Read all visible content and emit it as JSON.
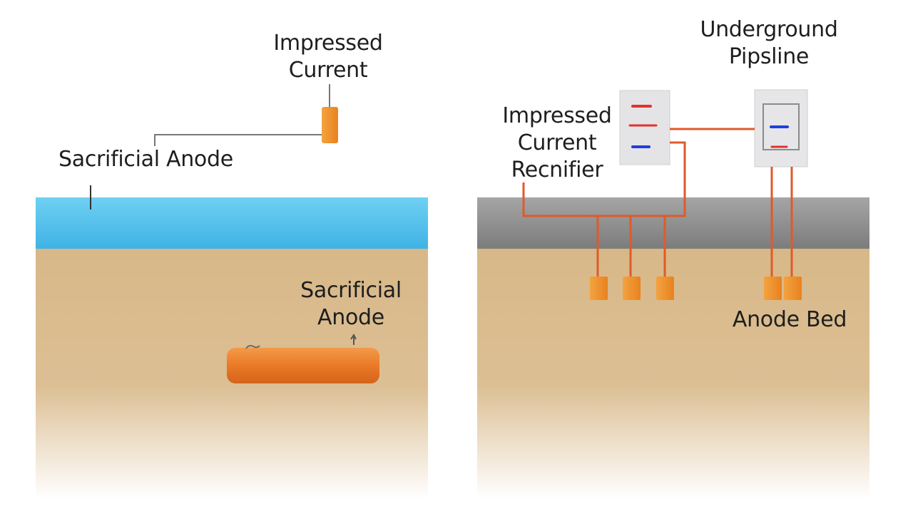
{
  "labels": {
    "left_top_line1": "Impressed",
    "left_top_line2": "Current",
    "left_sacrificial_anode": "Sacrificial Anode",
    "left_buried_line1": "Sacrificial",
    "left_buried_line2": "Anode",
    "right_pipeline_line1": "Underground",
    "right_pipeline_line2": "Pipsline",
    "right_rectifier_line1": "Impressed",
    "right_rectifier_line2": "Current",
    "right_rectifier_line3": "Recnifier",
    "right_anode_bed": "Anode Bed"
  },
  "colors": {
    "water": "#5fc6ec",
    "soil": "#d9b98a",
    "pavement": "#8f8f8f",
    "anode": "#f08a2a",
    "wire": "#e05a2a",
    "rectifier_box": "#e2e2e4"
  }
}
